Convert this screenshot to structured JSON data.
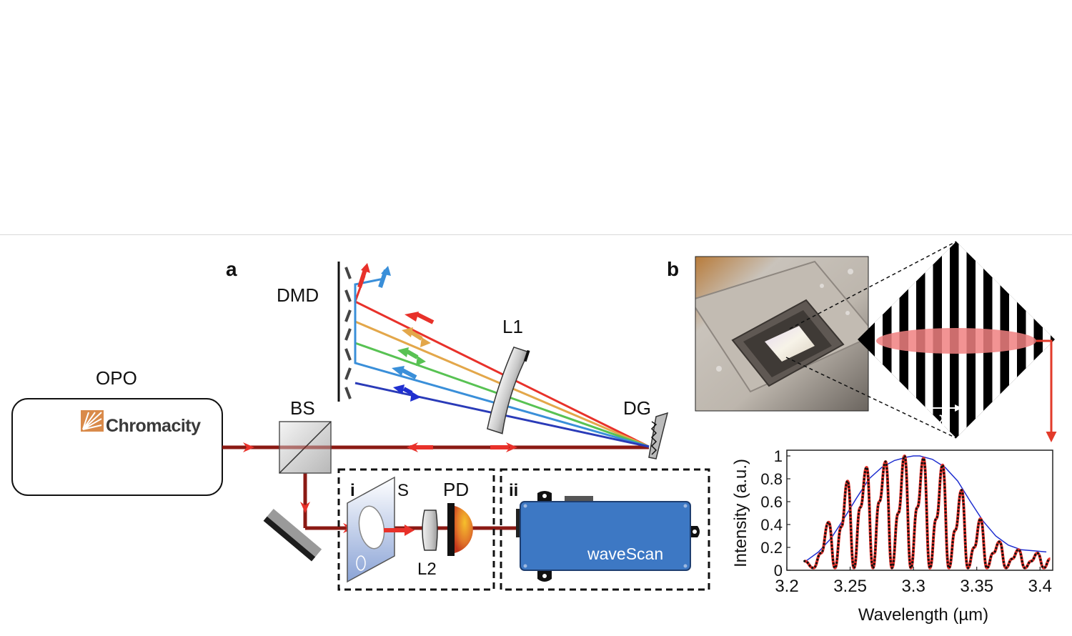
{
  "panel_a": {
    "label": "a",
    "opo_label": "OPO",
    "brand": "Chromacity",
    "bs_label": "BS",
    "dmd_label": "DMD",
    "l1_label": "L1",
    "dg_label": "DG",
    "box_i": {
      "label": "i",
      "s_label": "S",
      "pd_label": "PD",
      "l2_label": "L2"
    },
    "box_ii": {
      "label": "ii",
      "device_label": "waveScan"
    },
    "beam_colors": [
      "#e8312a",
      "#e3a74a",
      "#58c253",
      "#3a8fd9",
      "#2a3bb8"
    ],
    "beam_main_color": "#8b1a14"
  },
  "panel_b": {
    "label": "b",
    "lambda_symbol": "λ",
    "chart_data": {
      "type": "line",
      "xlabel": "Wavelength (µm)",
      "ylabel": "Intensity (a.u.)",
      "xlim": [
        3.2,
        3.41
      ],
      "ylim": [
        0,
        1.05
      ],
      "x_ticks": [
        "3.2",
        "3.25",
        "3.3",
        "3.35",
        "3.4"
      ],
      "y_ticks": [
        "0",
        "0.2",
        "0.4",
        "0.6",
        "0.8",
        "1"
      ],
      "series": [
        {
          "color": "#1f2fd0",
          "style": "thin-line",
          "x": [
            3.215,
            3.225,
            3.235,
            3.245,
            3.255,
            3.265,
            3.275,
            3.285,
            3.295,
            3.3,
            3.305,
            3.315,
            3.325,
            3.335,
            3.345,
            3.355,
            3.365,
            3.375,
            3.385,
            3.395,
            3.405
          ],
          "y": [
            0.08,
            0.16,
            0.28,
            0.45,
            0.63,
            0.8,
            0.9,
            0.96,
            0.99,
            1.0,
            1.0,
            0.97,
            0.9,
            0.78,
            0.6,
            0.43,
            0.3,
            0.22,
            0.18,
            0.17,
            0.16
          ]
        },
        {
          "color": "#e8312a",
          "style": "thick-line",
          "x": [
            3.214,
            3.221,
            3.227,
            3.233,
            3.238,
            3.243,
            3.248,
            3.253,
            3.258,
            3.263,
            3.268,
            3.273,
            3.278,
            3.283,
            3.288,
            3.293,
            3.298,
            3.303,
            3.308,
            3.313,
            3.318,
            3.323,
            3.328,
            3.333,
            3.338,
            3.343,
            3.348,
            3.353,
            3.358,
            3.363,
            3.368,
            3.373,
            3.378,
            3.383,
            3.388,
            3.393,
            3.398,
            3.403,
            3.408
          ],
          "y": [
            0.08,
            0.02,
            0.15,
            0.42,
            0.02,
            0.38,
            0.78,
            0.02,
            0.55,
            0.9,
            0.02,
            0.6,
            0.95,
            0.02,
            0.5,
            1.0,
            0.02,
            0.55,
            0.98,
            0.02,
            0.45,
            0.92,
            0.02,
            0.35,
            0.7,
            0.02,
            0.2,
            0.45,
            0.02,
            0.15,
            0.25,
            0.02,
            0.1,
            0.18,
            0.02,
            0.08,
            0.15,
            0.02,
            0.1
          ]
        }
      ]
    }
  }
}
